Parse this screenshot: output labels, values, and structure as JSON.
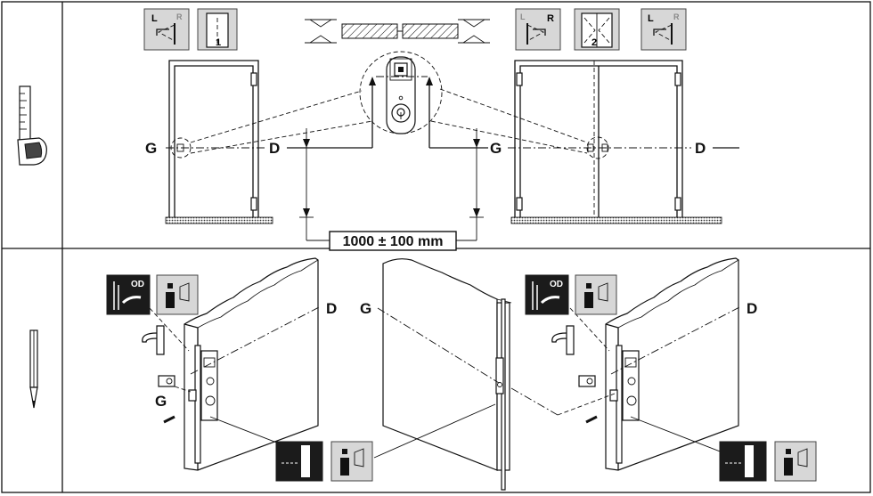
{
  "labels": {
    "G": "G",
    "D": "D",
    "dimension": "1000 ± 100 mm"
  },
  "icons": {
    "swing_left_label": "L",
    "swing_right_label": "R",
    "single_door_count": "1",
    "double_door_count": "2",
    "od_label": "OD"
  },
  "colors": {
    "line": "#111111",
    "icon_fill": "#d7d7d7",
    "dark_icon": "#1b1b1b"
  }
}
